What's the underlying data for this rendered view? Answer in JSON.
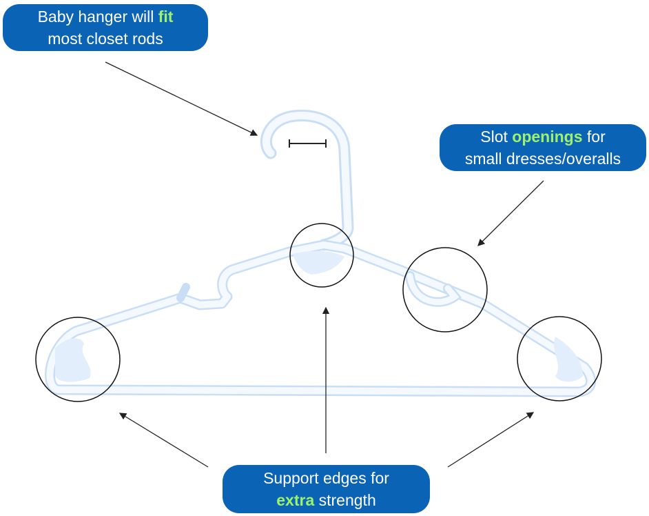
{
  "callouts": {
    "fit": {
      "before": "Baby hanger will ",
      "highlight": "fit",
      "after": "most closet rods"
    },
    "slot": {
      "before": "Slot ",
      "highlight": "openings",
      "middle": " for",
      "after": "small dresses/overalls"
    },
    "support": {
      "before": "Support edges for",
      "highlight": "extra",
      "after": " strength"
    }
  },
  "colors": {
    "callout_bg": "#0a63b5",
    "callout_text": "#ffffff",
    "highlight": "#9cf26d",
    "hanger_fill": "#f4f9ff",
    "hanger_edge": "#c9def5"
  },
  "icons": {
    "hanger": "baby-hanger-icon",
    "circle": "magnifier-circle",
    "arrow": "pointer-arrow"
  }
}
